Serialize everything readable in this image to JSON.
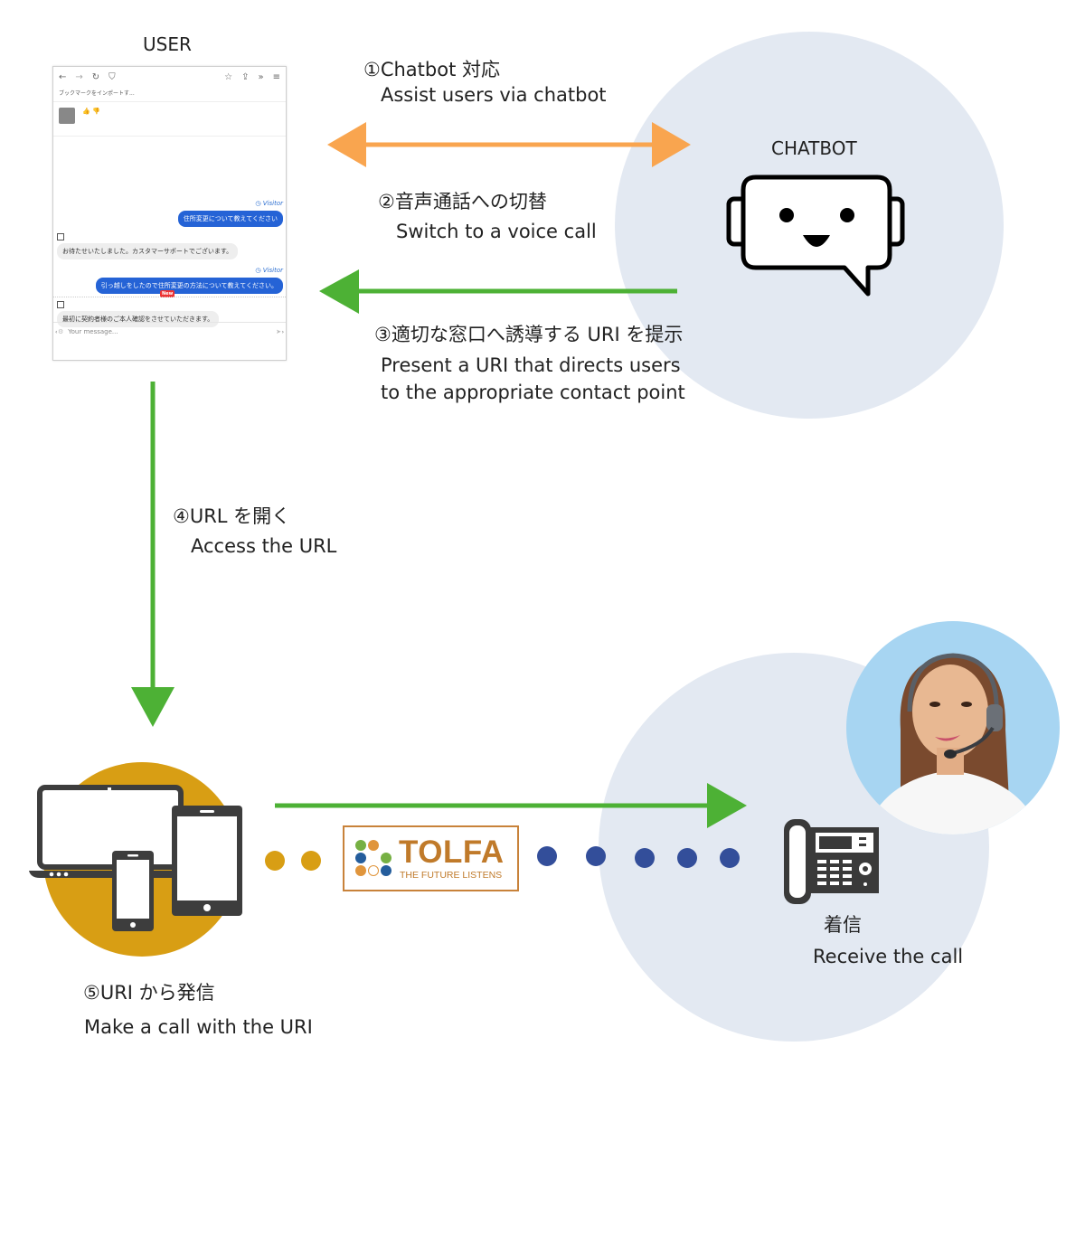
{
  "colors": {
    "circle_bg": "#e3e9f2",
    "orange_arrow": "#f9a54f",
    "green_arrow": "#4db135",
    "gold": "#d89e14",
    "navy_dot": "#334e9a",
    "device_dark": "#3d3d3d",
    "tolfa_brown": "#c07a2a"
  },
  "user": {
    "label": "USER",
    "browser": {
      "bookmark": "ブックマークをインポートす...",
      "messages": [
        {
          "from": "visitor",
          "sender_label": "Visitor",
          "text": "住所変更について教えてください"
        },
        {
          "from": "agent",
          "text": "お待たせいたしました。カスタマーサポートでございます。"
        },
        {
          "from": "visitor",
          "sender_label": "Visitor",
          "text": "引っ越しをしたので住所変更の方法について教えてください。"
        },
        {
          "from": "agent",
          "text": "最初に契約者様のご本人確認をさせていただきます。"
        }
      ],
      "new_badge": "New",
      "input_placeholder": "Your message..."
    }
  },
  "chatbot": {
    "label": "CHATBOT"
  },
  "steps": [
    {
      "jp": "①Chatbot 対応",
      "en": "Assist users via chatbot"
    },
    {
      "jp": "②音声通話への切替",
      "en": "Switch to a voice call"
    },
    {
      "jp": "③適切な窓口へ誘導する URI を提示",
      "en_line1": "Present a URI that directs users",
      "en_line2": "to the appropriate contact point"
    },
    {
      "jp": "④URL を開く",
      "en": "Access the URL"
    },
    {
      "jp": "⑤URI から発信",
      "en": "Make a call with the URI"
    }
  ],
  "receive": {
    "jp": "着信",
    "en": "Receive the call"
  },
  "tolfa": {
    "name": "TOLFA",
    "tagline": "THE FUTURE LISTENS"
  }
}
